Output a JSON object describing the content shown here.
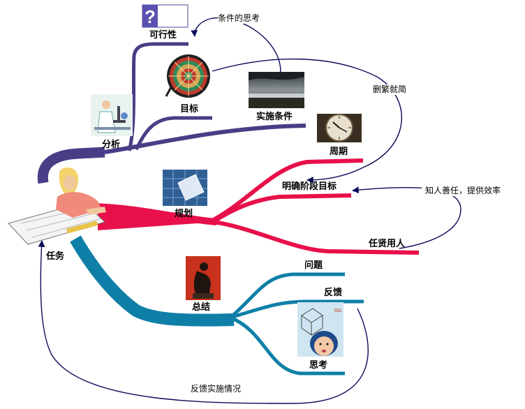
{
  "diagram": {
    "root": {
      "label": "任务"
    },
    "branches": [
      {
        "id": "analysis",
        "color": "#4B3C86",
        "label": "分析",
        "nodes": [
          "可行性",
          "目标",
          "实施条件"
        ]
      },
      {
        "id": "planning",
        "color": "#E8104A",
        "label": "规划",
        "nodes": [
          "周期",
          "明确阶段目标",
          "任贤用人"
        ]
      },
      {
        "id": "summary",
        "color": "#0F7FA8",
        "label": "总结",
        "nodes": [
          "问题",
          "反馈",
          "思考"
        ]
      }
    ],
    "labels": {
      "root": "任务",
      "analysis": "分析",
      "feasibility": "可行性",
      "goal": "目标",
      "conditions": "实施条件",
      "planning": "规划",
      "cycle": "周期",
      "stage_goal": "明确阶段目标",
      "staffing": "任贤用人",
      "summary": "总结",
      "problems": "问题",
      "feedback": "反馈",
      "thinking": "思考"
    },
    "relations": [
      {
        "text": "条件的思考",
        "from": "实施条件",
        "to": "可行性"
      },
      {
        "text": "删繁就简",
        "from": "目标",
        "to": "明确阶段目标"
      },
      {
        "text": "知人善任，提供效率",
        "from": "任贤用人",
        "to": "明确阶段目标"
      },
      {
        "text": "反馈实施情况",
        "from": "反馈",
        "to": "任务"
      }
    ],
    "image_caption": "ou"
  }
}
